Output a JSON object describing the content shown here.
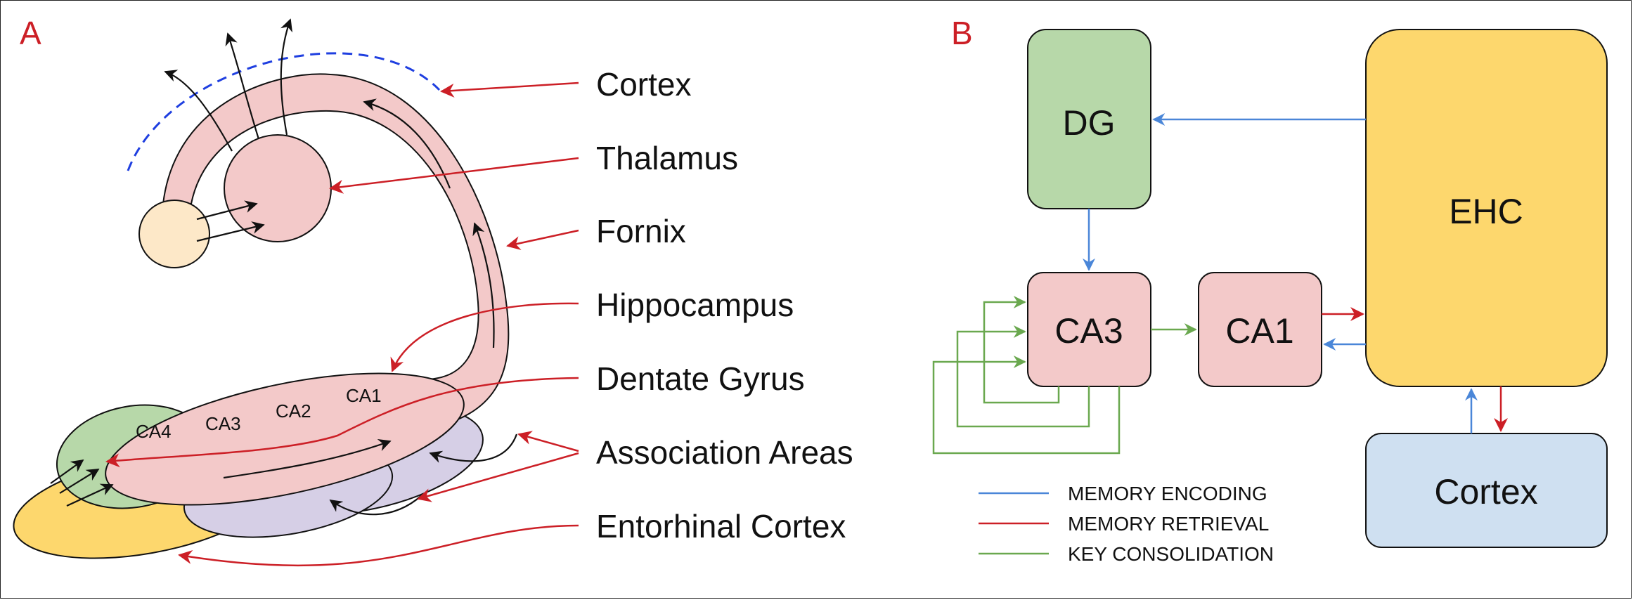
{
  "panel_a": {
    "letter": "A",
    "labels": {
      "cortex": "Cortex",
      "thalamus": "Thalamus",
      "fornix": "Fornix",
      "hippocampus": "Hippocampus",
      "dentate_gyrus": "Dentate Gyrus",
      "association_areas": "Association Areas",
      "entorhinal_cortex": "Entorhinal Cortex"
    },
    "subfields": [
      "CA4",
      "CA3",
      "CA2",
      "CA1"
    ]
  },
  "panel_b": {
    "letter": "B",
    "boxes": {
      "dg": "DG",
      "ca3": "CA3",
      "ca1": "CA1",
      "ehc": "EHC",
      "cortex": "Cortex"
    },
    "legend": [
      {
        "label": "MEMORY ENCODING",
        "color": "#4a86d8"
      },
      {
        "label": "MEMORY RETRIEVAL",
        "color": "#cc1f26"
      },
      {
        "label": "KEY CONSOLIDATION",
        "color": "#6aa84f"
      }
    ]
  },
  "colors": {
    "panel_letter": "#cc1f26",
    "pink": "#f3c9c9",
    "green_box": "#b7d8a9",
    "ehc": "#fdd76d",
    "cortex_box": "#cfe0f1",
    "lavender": "#d6cfe6",
    "yellow": "#fdd76d",
    "peach": "#fde8c8"
  }
}
